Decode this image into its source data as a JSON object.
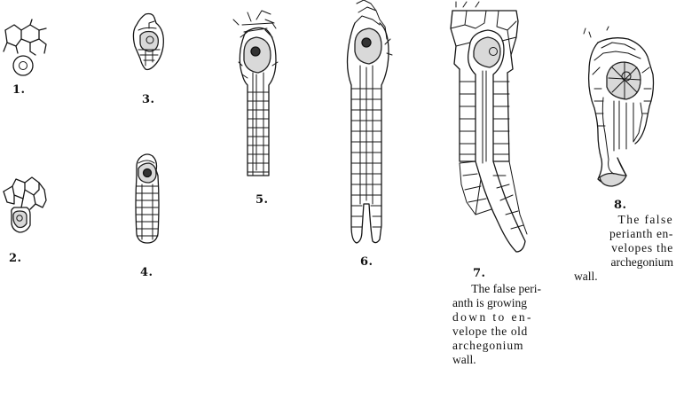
{
  "figures": [
    {
      "number": "1."
    },
    {
      "number": "2."
    },
    {
      "number": "3."
    },
    {
      "number": "4."
    },
    {
      "number": "5."
    },
    {
      "number": "6."
    },
    {
      "number": "7.",
      "caption": "The false peri-anth is growing down to en-velope the old archegonium wall."
    },
    {
      "number": "8.",
      "caption": "The false perianth en-velopes the archegonium wall."
    }
  ],
  "caption_lines": {
    "fig7": [
      "The false peri-",
      "anth is growing",
      "down to en-",
      "velope the old",
      "archegonium",
      "wall."
    ],
    "fig8": [
      "The false",
      "perianth en-",
      "velopes the",
      "archegonium",
      "wall."
    ]
  }
}
